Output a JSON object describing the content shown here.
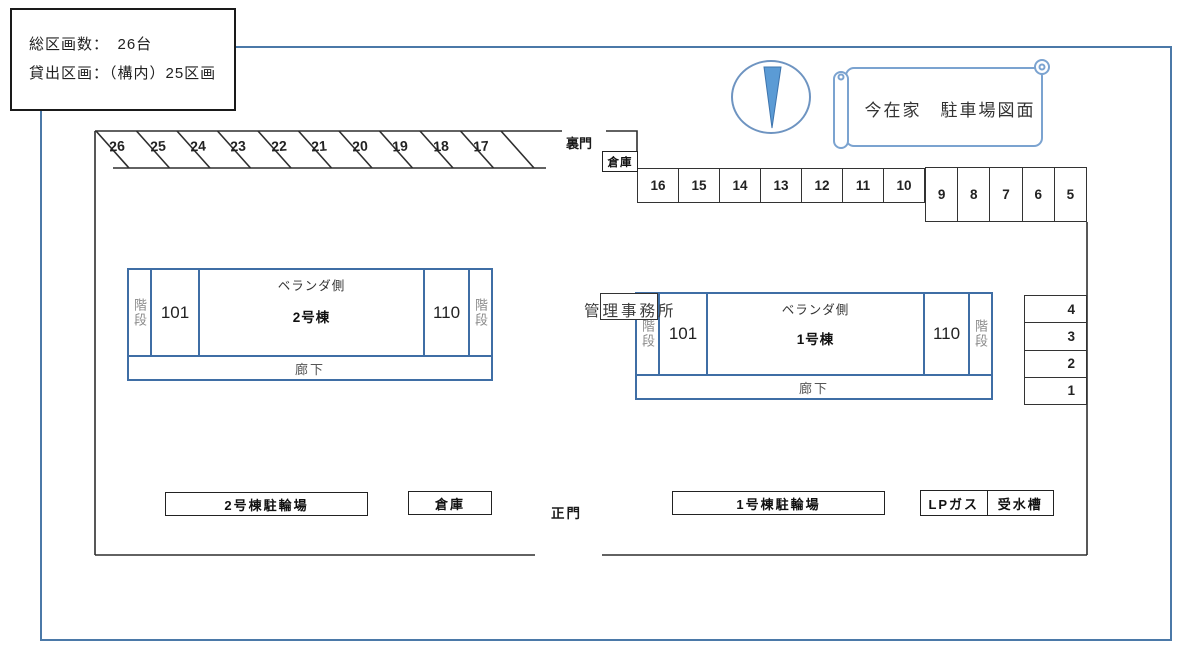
{
  "title_banner": {
    "text": "今在家　駐車場図面"
  },
  "summary_box": {
    "total_label": "総区画数：　26台",
    "rental_label": "貸出区画：（構内）25区画"
  },
  "gates": {
    "back_gate": "裏門",
    "main_gate": "正門"
  },
  "warehouses": {
    "top": "倉庫",
    "bottom": "倉庫"
  },
  "parking": {
    "diagonal_row": [
      "26",
      "25",
      "24",
      "23",
      "22",
      "21",
      "20",
      "19",
      "18",
      "17"
    ],
    "middle_row": [
      "16",
      "15",
      "14",
      "13",
      "12",
      "11",
      "10"
    ],
    "right_row": [
      "9",
      "8",
      "7",
      "6",
      "5"
    ],
    "side_column": [
      "4",
      "3",
      "2",
      "1"
    ]
  },
  "building_2": {
    "name": "2号棟",
    "veranda_label": "ベランダ側",
    "corridor_label": "廊下",
    "stairs_label": "階段",
    "unit_left": "101",
    "unit_right": "110",
    "bicycle_parking": "2号棟駐輪場"
  },
  "building_1": {
    "name": "1号棟",
    "veranda_label": "ベランダ側",
    "corridor_label": "廊下",
    "stairs_label": "階段",
    "unit_left": "101",
    "unit_right": "110",
    "bicycle_parking": "1号棟駐輪場",
    "office_label": "管理事務所"
  },
  "utilities": {
    "lp_gas": "LPガス",
    "water_tank": "受水槽"
  },
  "colors": {
    "page_border": "#4b79a8",
    "building_border": "#3f6ea5",
    "line": "#2e2e2e",
    "compass_fill": "#5b9bd5",
    "scroll_stroke": "#7ba3d0"
  }
}
